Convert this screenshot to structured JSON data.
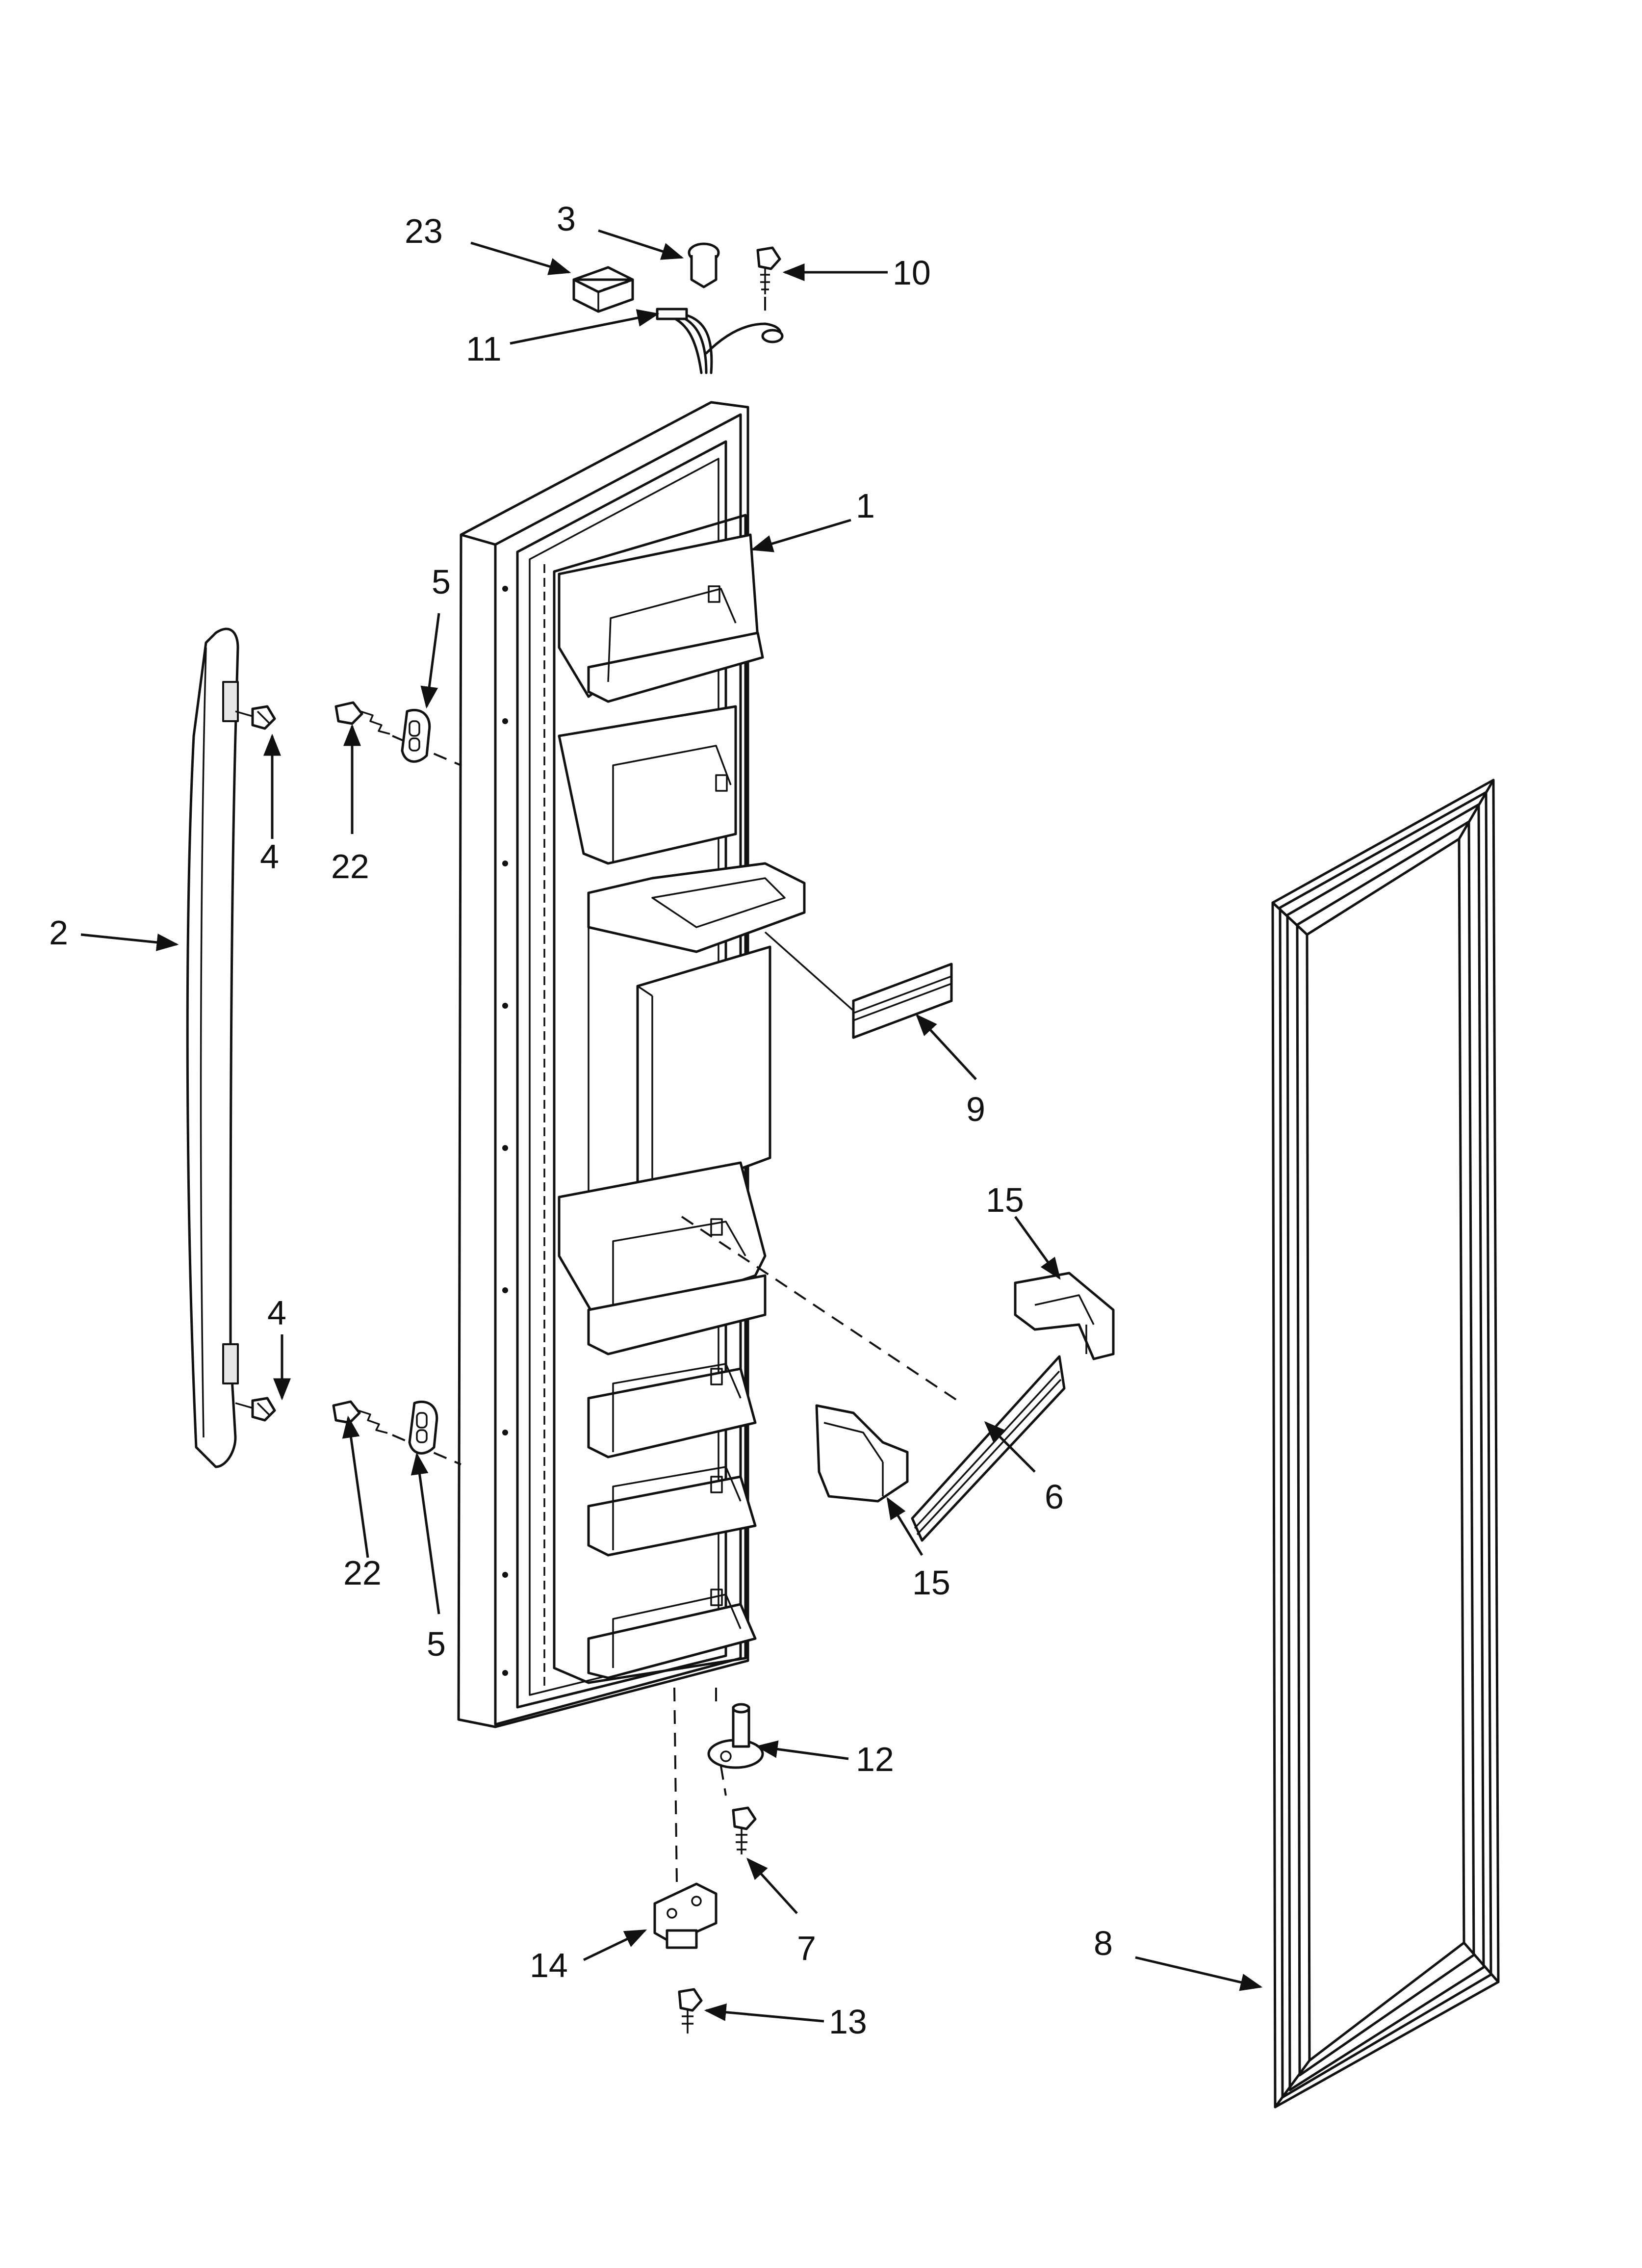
{
  "diagram": {
    "callouts": [
      {
        "key": "c23",
        "text": "23"
      },
      {
        "key": "c3",
        "text": "3"
      },
      {
        "key": "c10",
        "text": "10"
      },
      {
        "key": "c11",
        "text": "11"
      },
      {
        "key": "c1",
        "text": "1"
      },
      {
        "key": "c5a",
        "text": "5"
      },
      {
        "key": "c4a",
        "text": "4"
      },
      {
        "key": "c22a",
        "text": "22"
      },
      {
        "key": "c2",
        "text": "2"
      },
      {
        "key": "c9",
        "text": "9"
      },
      {
        "key": "c15a",
        "text": "15"
      },
      {
        "key": "c4b",
        "text": "4"
      },
      {
        "key": "c6",
        "text": "6"
      },
      {
        "key": "c22b",
        "text": "22"
      },
      {
        "key": "c15b",
        "text": "15"
      },
      {
        "key": "c5b",
        "text": "5"
      },
      {
        "key": "c12",
        "text": "12"
      },
      {
        "key": "c7",
        "text": "7"
      },
      {
        "key": "c14",
        "text": "14"
      },
      {
        "key": "c13",
        "text": "13"
      },
      {
        "key": "c8",
        "text": "8"
      }
    ]
  }
}
